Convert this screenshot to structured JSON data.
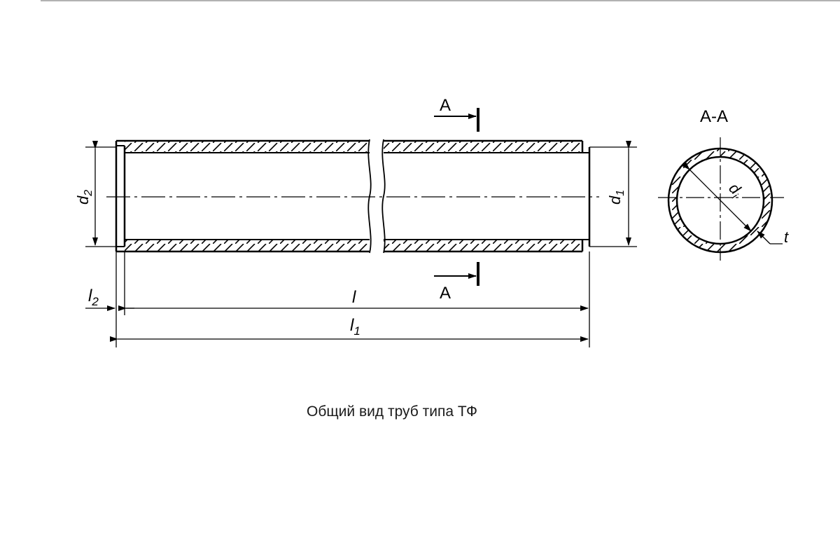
{
  "caption": "Общий вид труб типа ТФ",
  "section_mark": "А",
  "section_title": "А-А",
  "dims": {
    "d2": {
      "base": "d",
      "sub": "2"
    },
    "d1": {
      "base": "d",
      "sub": "1"
    },
    "di": {
      "base": "d",
      "sub": "i"
    },
    "t": "t",
    "l": "l",
    "l1": {
      "base": "l",
      "sub": "1"
    },
    "l2": {
      "base": "l",
      "sub": "2"
    }
  }
}
